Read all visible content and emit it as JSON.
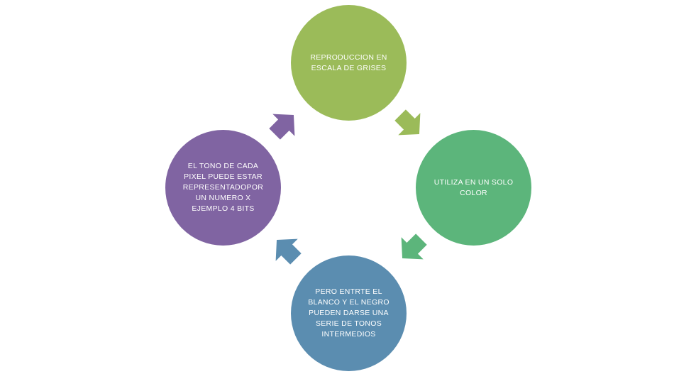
{
  "diagram": {
    "type": "cycle",
    "nodes": [
      {
        "id": "node-1",
        "text": "REPRODUCCION EN\nESCALA DE GRISES",
        "color": "#9bbb59"
      },
      {
        "id": "node-2",
        "text": "UTILIZA EN UN SOLO\nCOLOR",
        "color": "#5cb57b"
      },
      {
        "id": "node-3",
        "text": "PERO ENTRTE  EL\nBLANCO Y EL NEGRO\nPUEDEN DARSE UNA\nSERIE DE TONOS\nINTERMEDIOS",
        "color": "#5b8db0"
      },
      {
        "id": "node-4",
        "text": "EL TONO DE CADA\nPIXEL PUEDE ESTAR\nREPRESENTADOPOR\nUN NUMERO X\nEJEMPLO 4 BITS",
        "color": "#8064a2"
      }
    ],
    "arrows": [
      {
        "from": "node-1",
        "to": "node-2",
        "color": "#9bbb59"
      },
      {
        "from": "node-2",
        "to": "node-3",
        "color": "#5cb57b"
      },
      {
        "from": "node-3",
        "to": "node-4",
        "color": "#5b8db0"
      },
      {
        "from": "node-4",
        "to": "node-1",
        "color": "#8064a2"
      }
    ]
  }
}
